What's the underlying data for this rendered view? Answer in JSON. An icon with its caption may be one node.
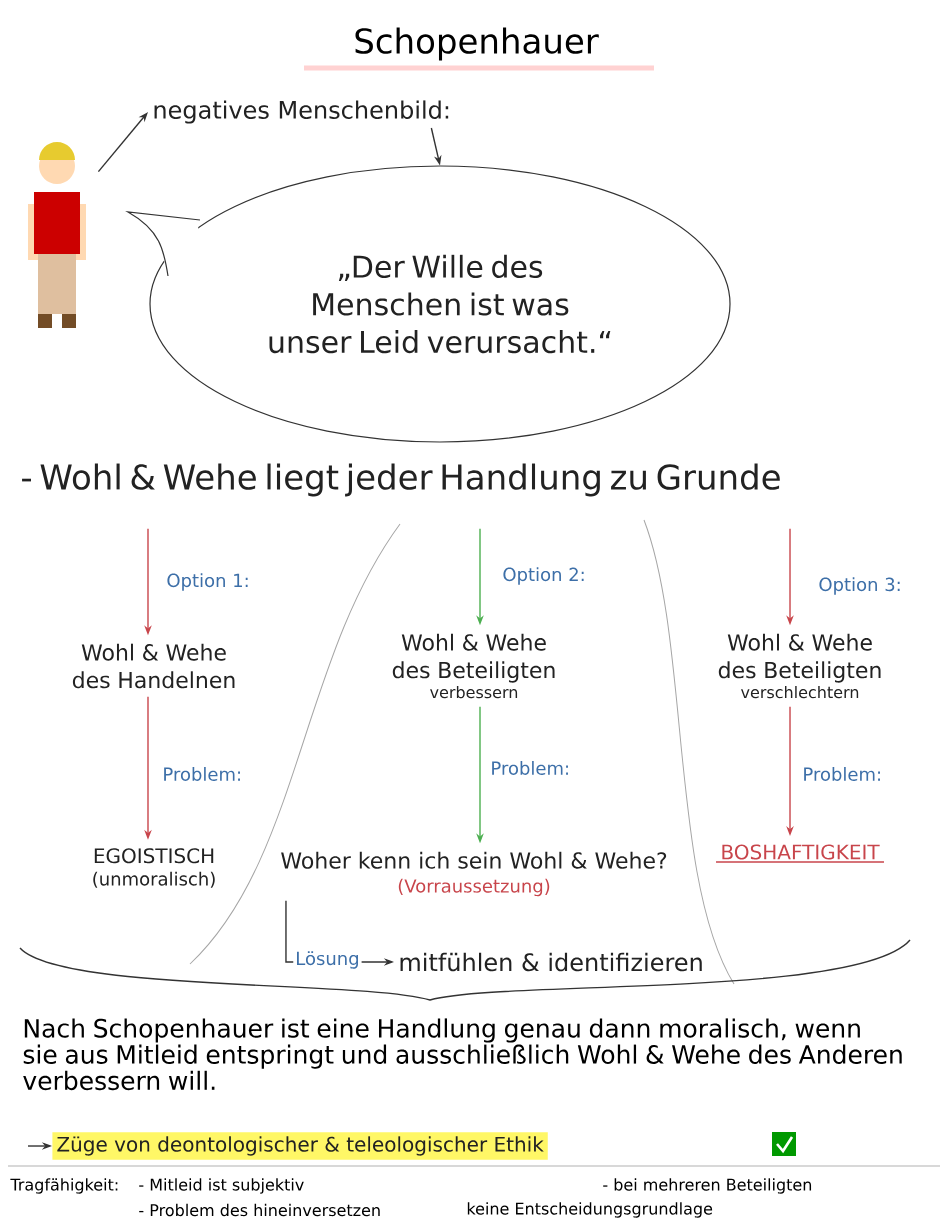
{
  "diagram": {
    "title": "Schopenhauer",
    "nodes": [
      {
        "text": [],
        "shape": "person"
      },
      {
        "text": [
          "negatives Menschenbild:"
        ]
      },
      {
        "text": [
          "„Der Wille des Menschen ist was unser Leid verursacht.“"
        ]
      },
      {
        "text": [
          "- Wohl & Wehe liegt jeder Handlung zu Grunde"
        ]
      },
      {
        "text": [
          "Wohl & Wehe des Handelnen"
        ]
      },
      {
        "text": [
          "Wohl & Wehe des Beteiligten",
          "verbessern"
        ]
      },
      {
        "text": [
          "Wohl & Wehe des Beteiligten",
          "verschlechtern"
        ]
      },
      {
        "text": [
          "EGOISTISCH",
          "(unmoralisch)"
        ]
      },
      {
        "text": [
          "Woher kenn ich sein Wohl & Wehe?",
          "(Vorraussetzung)"
        ]
      },
      {
        "text": [
          "BOSHAFTIGKEIT"
        ]
      },
      {
        "text": [
          "mitfühlen & identifizieren"
        ]
      },
      {
        "text": [
          "Züge von deontologischer & teleologischer Ethik"
        ]
      }
    ],
    "edges": [
      {
        "from": 0,
        "to": 1,
        "arrow": "to",
        "color": "#333333"
      },
      {
        "from": 1,
        "to": 2,
        "arrow": "to",
        "color": "#333333"
      },
      {
        "from": 3,
        "to": 4,
        "arrow": "to",
        "label": "Option 1:",
        "color": "#c8454b"
      },
      {
        "from": 3,
        "to": 5,
        "arrow": "to",
        "label": "Option 2:",
        "color": "#4caf50"
      },
      {
        "from": 3,
        "to": 6,
        "arrow": "to",
        "label": "Option 3:",
        "color": "#c8454b"
      },
      {
        "from": 4,
        "to": 7,
        "arrow": "to",
        "label": "Problem:",
        "color": "#c8454b"
      },
      {
        "from": 5,
        "to": 8,
        "arrow": "to",
        "label": "Problem:",
        "color": "#4caf50"
      },
      {
        "from": 6,
        "to": 9,
        "arrow": "to",
        "label": "Problem:",
        "color": "#c8454b"
      },
      {
        "from": 8,
        "to": 10,
        "arrow": "to",
        "label": "Lösung",
        "color": "#333333"
      },
      {
        "from": null,
        "to": 11,
        "arrow": "to",
        "color": "#333333"
      }
    ],
    "labels": [
      "Nach Schopenhauer ist eine Handlung genau dann moralisch, wenn sie aus Mitleid entspringt und ausschließlich Wohl & Wehe des Anderen verbessern will.",
      "Tragfähigkeit:",
      "- Mitleid ist subjektiv",
      "- bei mehreren Beteiligten",
      "- Problem des hineinversetzen",
      "keine Entscheidungsgrundlage"
    ]
  }
}
